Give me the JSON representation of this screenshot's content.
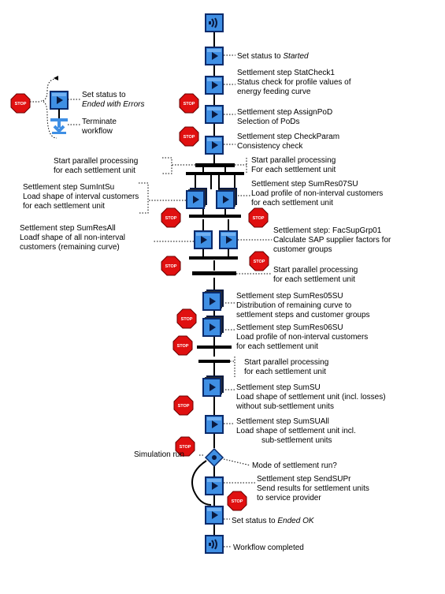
{
  "legend": {
    "step_line1": "Set status to",
    "step_line2": "Ended with Errors",
    "terminate_line1": "Terminate",
    "terminate_line2": "workflow",
    "stop": "STOP"
  },
  "nodes": {
    "start_text": "",
    "set_started": {
      "prefix": "Set status to ",
      "emph": "Started"
    },
    "statcheck1": [
      "Settlement step StatCheck1",
      "Status check for profile values of",
      "energy feeding curve"
    ],
    "assignpod": [
      "Settlement step AssignPoD",
      "Selection of PoDs"
    ],
    "checkparam": [
      "Settlement step CheckParam",
      "Consistency check"
    ],
    "parallel1_left": [
      "Start parallel processing",
      "for each settlement unit"
    ],
    "parallel1_right": [
      "Start parallel processing",
      "For each settlement unit"
    ],
    "sumintsu": [
      "Settlement step SumIntSu",
      "Load shape of interval customers",
      "for each settlement unit"
    ],
    "sumres07su": [
      "Settlement step SumRes07SU",
      "Load profile of non-interval customers",
      "for each settlement unit"
    ],
    "sumresall": [
      "Settlement step SumResAll",
      "Loadf shape of all non-interval",
      "customers (remaining curve)"
    ],
    "facsupgrp01": [
      "Settlement step: FacSupGrp01",
      "Calculate SAP supplier factors for",
      "customer groups"
    ],
    "parallel2": [
      "Start parallel processing",
      "for each settlement unit"
    ],
    "sumres05su": [
      "Settlement step SumRes05SU",
      "Distribution of remaining curve to",
      "settlement steps and customer groups"
    ],
    "sumres06su": [
      "Settlement step SumRes06SU",
      "Load profile of non-interval customers",
      "for each settlement unit"
    ],
    "parallel3": [
      "Start parallel processing",
      "for each settlement unit"
    ],
    "sumsu": [
      "Settlement step SumSU",
      "Load shape of settlement unit (incl. losses)",
      "without sub-settlement units"
    ],
    "sumsuall": [
      "Settlement step SumSUAll",
      "Load shape of settlement unit incl.",
      "sub-settlement units"
    ],
    "simulation": "Simulation run",
    "mode": "Mode of settlement run?",
    "sendsupr": [
      "Settlement step SendSUPr",
      "Send results for settlement units",
      "to service provider"
    ],
    "set_ok": {
      "prefix": "Set status to ",
      "emph": "Ended OK"
    },
    "completed": "Workflow completed"
  },
  "colors": {
    "step_fill": "#3f8fe4",
    "step_border": "#0a2a6a",
    "stop_fill": "#e01010",
    "arrow": "#000000"
  },
  "icons": [
    "workflow-start-icon",
    "step-icon",
    "stop-icon",
    "terminate-icon",
    "parallel-bar",
    "decision-icon",
    "workflow-end-icon"
  ]
}
